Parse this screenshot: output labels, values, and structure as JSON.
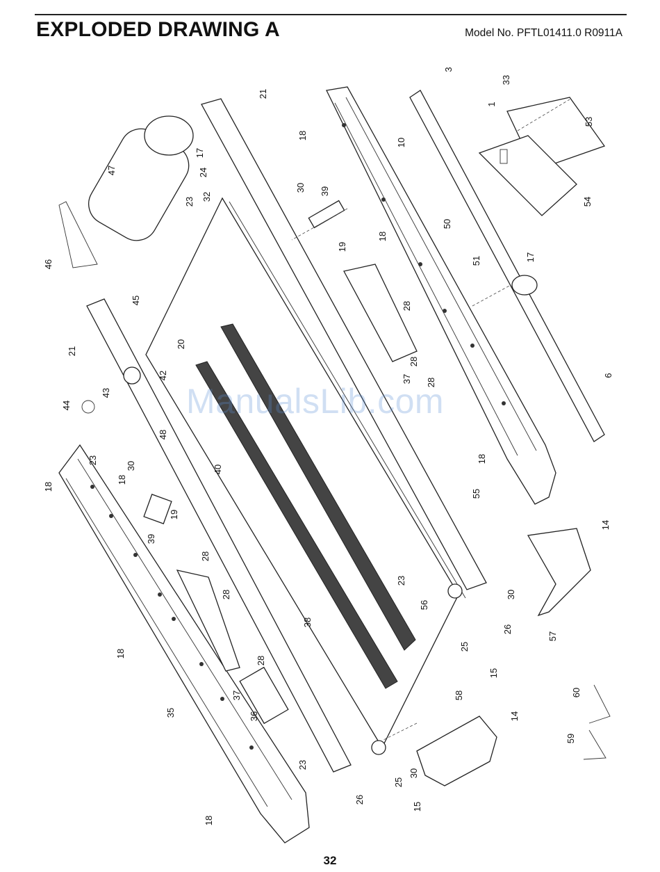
{
  "header": {
    "title": "EXPLODED DRAWING A",
    "model": "Model No. PFTL01411.0 R0911A"
  },
  "footer": {
    "page_number": "32"
  },
  "watermark": "ManualsLib.com",
  "callouts": [
    "1",
    "3",
    "6",
    "10",
    "14",
    "14",
    "15",
    "15",
    "17",
    "17",
    "18",
    "18",
    "18",
    "18",
    "18",
    "18",
    "18",
    "19",
    "19",
    "20",
    "21",
    "21",
    "23",
    "23",
    "23",
    "23",
    "24",
    "25",
    "25",
    "26",
    "26",
    "28",
    "28",
    "28",
    "28",
    "28",
    "28",
    "30",
    "30",
    "30",
    "30",
    "32",
    "33",
    "35",
    "36",
    "37",
    "37",
    "38",
    "39",
    "39",
    "40",
    "42",
    "43",
    "44",
    "45",
    "46",
    "47",
    "48",
    "50",
    "51",
    "53",
    "54",
    "55",
    "56",
    "57",
    "58",
    "59",
    "60"
  ]
}
